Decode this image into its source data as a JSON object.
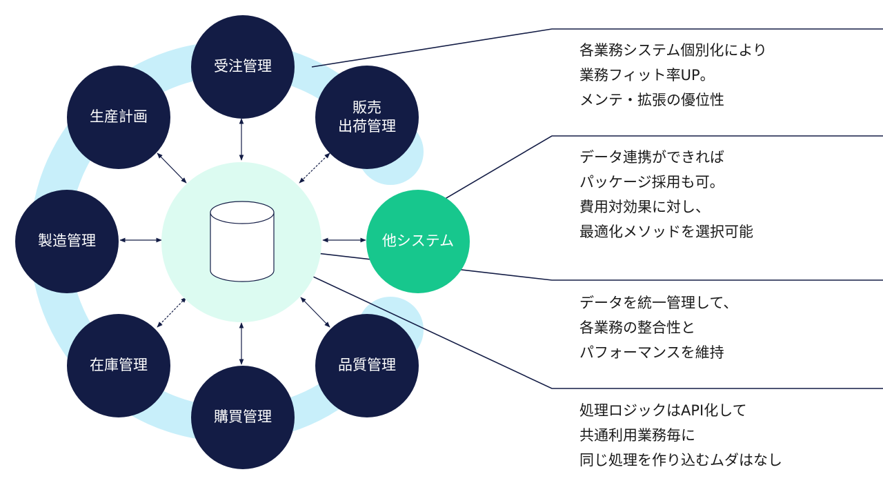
{
  "nodes": {
    "order": [
      "受注管理"
    ],
    "sales": [
      "販売",
      "出荷管理"
    ],
    "other_system": [
      "他システム"
    ],
    "quality": [
      "品質管理"
    ],
    "purchase": [
      "購買管理"
    ],
    "inventory": [
      "在庫管理"
    ],
    "manufacturing": [
      "製造管理"
    ],
    "production_plan": [
      "生産計画"
    ]
  },
  "callouts": [
    {
      "lines": [
        "各業務システム個別化により",
        "業務フィット率UP。",
        "メンテ・拡張の優位性"
      ]
    },
    {
      "lines": [
        "データ連携ができれば",
        "パッケージ採用も可。",
        "費用対効果に対し、",
        "最適化メソッドを選択可能"
      ]
    },
    {
      "lines": [
        "データを統一管理して、",
        "各業務の整合性と",
        "パフォーマンスを維持"
      ]
    },
    {
      "lines": [
        "処理ロジックはAPI化して",
        "共通利用業務毎に",
        "同じ処理を作り込むムダはなし"
      ]
    }
  ],
  "colors": {
    "node_dark": "#131c45",
    "node_other": "#17c78d",
    "ring": "#c8effa",
    "hub": "#dcfbf1",
    "line": "#131c45"
  },
  "icons": {
    "center": "database-cylinder-icon"
  }
}
